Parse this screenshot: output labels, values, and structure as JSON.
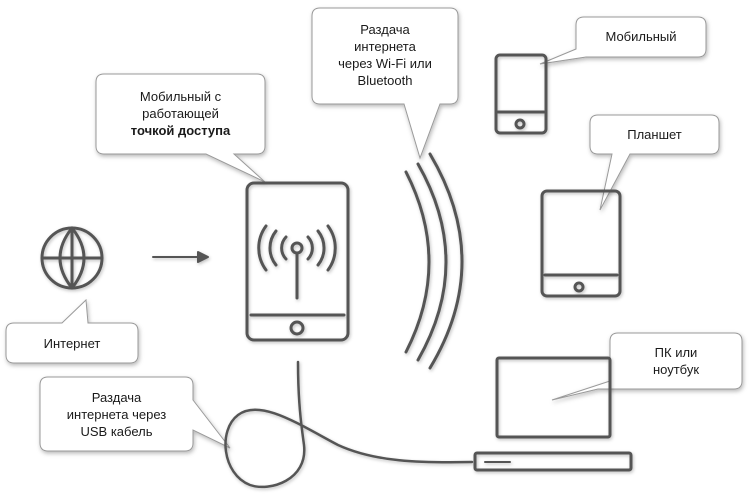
{
  "callouts": {
    "hotspot": {
      "line1": "Мобильный с",
      "line2": "работающей",
      "line3": "точкой доступа"
    },
    "wireless": {
      "line1": "Раздача",
      "line2": "интернета",
      "line3": "через Wi-Fi или",
      "line4": "Bluetooth"
    },
    "mobile": {
      "label": "Мобильный"
    },
    "tablet": {
      "label": "Планшет"
    },
    "pc": {
      "line1": "ПК или",
      "line2": "ноутбук"
    },
    "internet": {
      "label": "Интернет"
    },
    "usb": {
      "line1": "Раздача",
      "line2": "интернета через",
      "line3": "USB кабель"
    }
  },
  "icons": [
    "globe-icon",
    "arrow-right-icon",
    "hotspot-phone-icon",
    "wifi-broadcast-icon",
    "signal-waves-icon",
    "mobile-phone-icon",
    "tablet-icon",
    "laptop-icon",
    "usb-cable-icon"
  ],
  "colors": {
    "stroke": "#555555",
    "bubble_border": "#9a9a9a",
    "text": "#1a1a1a"
  }
}
